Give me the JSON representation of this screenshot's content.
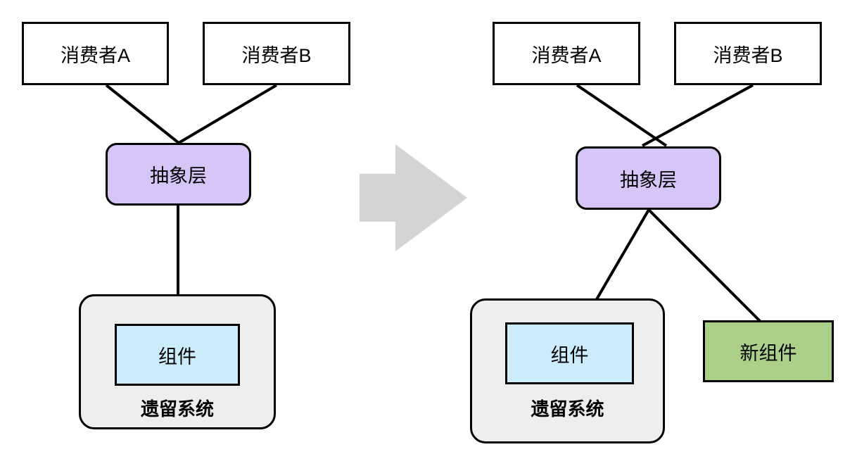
{
  "diagram": {
    "title": "Abstraction layer migration diagram",
    "colors": {
      "stroke": "#000000",
      "consumer_fill": "#ffffff",
      "abstraction_fill": "#d5c6f7",
      "legacy_fill": "#eeeeee",
      "component_fill": "#cdecfb",
      "new_component_fill": "#aad08a",
      "arrow_fill": "#d4d4d4",
      "background": "#ffffff"
    },
    "transition_arrow": {
      "icon": "right-arrow-icon",
      "direction": "right",
      "fill": "#d4d4d4"
    },
    "before": {
      "label": "before-state",
      "consumer_a": "消费者A",
      "consumer_b": "消费者B",
      "abstraction": "抽象层",
      "legacy_system": "遗留系统",
      "component": "组件",
      "edges": [
        {
          "from": "消费者A",
          "to": "抽象层"
        },
        {
          "from": "消费者B",
          "to": "抽象层"
        },
        {
          "from": "抽象层",
          "to": "组件"
        }
      ]
    },
    "after": {
      "label": "after-state",
      "consumer_a": "消费者A",
      "consumer_b": "消费者B",
      "abstraction": "抽象层",
      "legacy_system": "遗留系统",
      "component": "组件",
      "new_component": "新组件",
      "edges": [
        {
          "from": "消费者A",
          "to": "抽象层"
        },
        {
          "from": "消费者B",
          "to": "抽象层"
        },
        {
          "from": "抽象层",
          "to": "组件"
        },
        {
          "from": "抽象层",
          "to": "新组件"
        }
      ]
    }
  }
}
